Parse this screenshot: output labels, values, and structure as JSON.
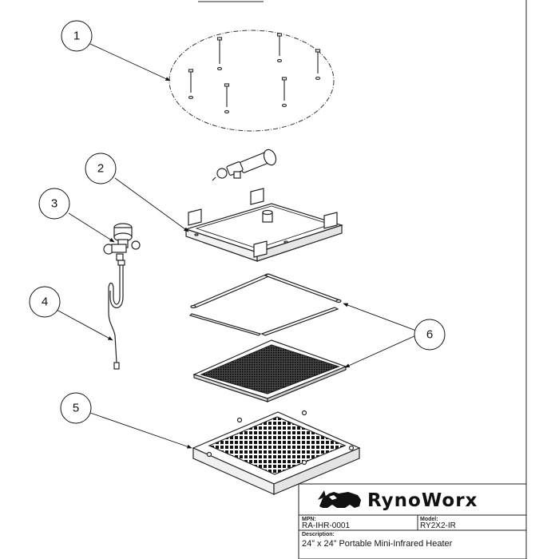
{
  "callouts": [
    {
      "label": "1"
    },
    {
      "label": "2"
    },
    {
      "label": "3"
    },
    {
      "label": "4"
    },
    {
      "label": "5"
    },
    {
      "label": "6"
    }
  ],
  "title_block": {
    "brand": "RynoWorx",
    "mpn_label": "MPN:",
    "mpn_value": "RA-IHR-0001",
    "model_label": "Model:",
    "model_value": "RY2X2-IR",
    "description_label": "Description:",
    "description_value": "24” x 24” Portable Mini-Infrared Heater"
  }
}
